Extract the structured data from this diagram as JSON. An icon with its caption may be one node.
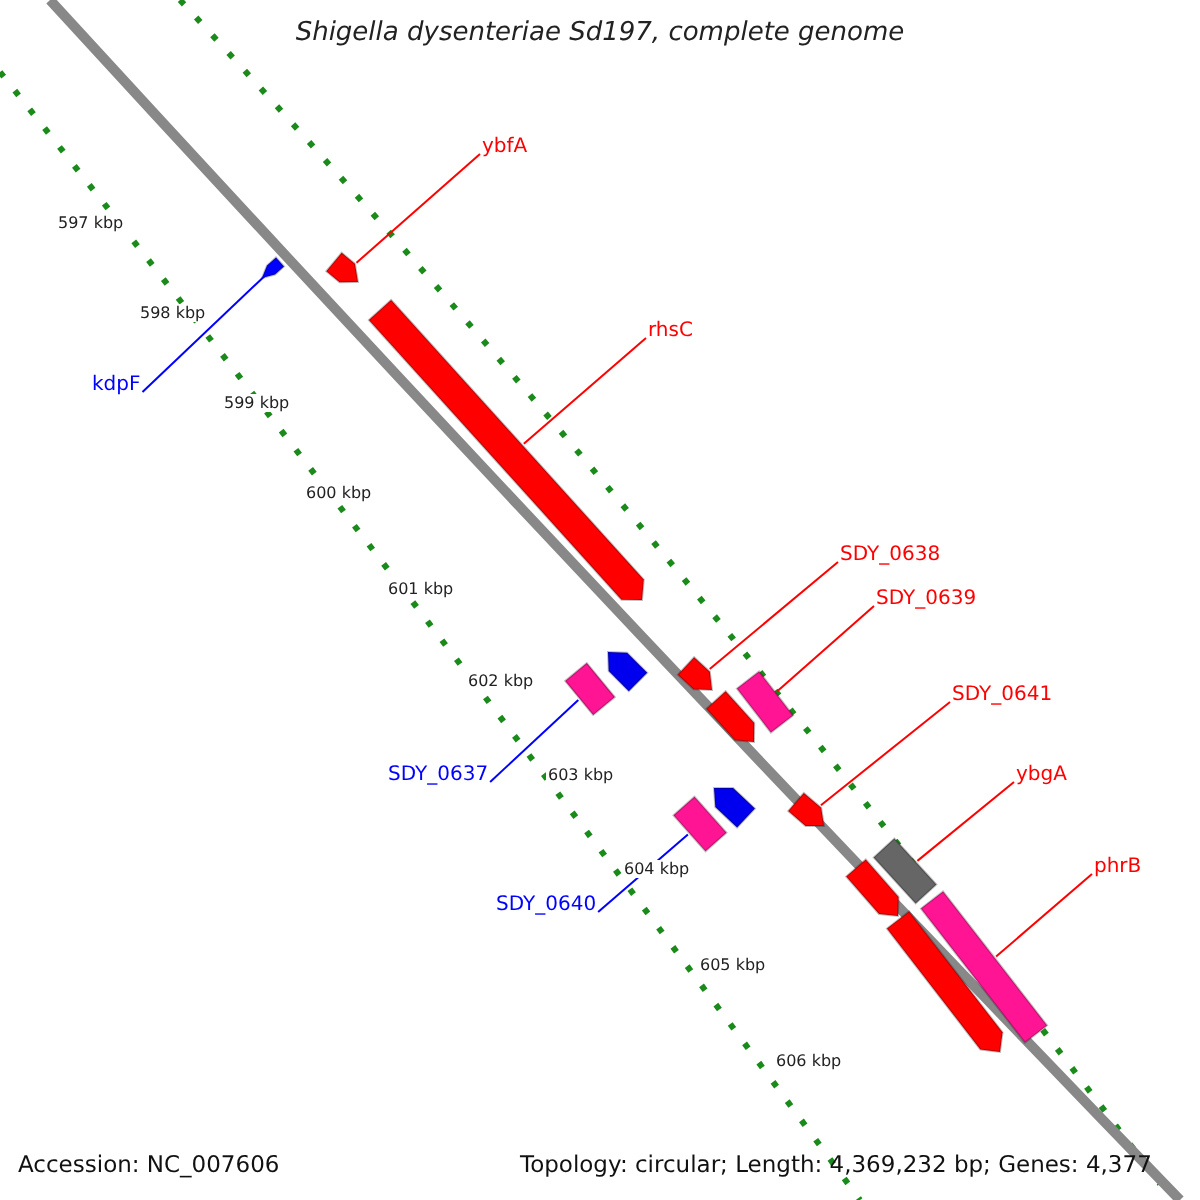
{
  "diagram": {
    "title": "Shigella dysenteriae Sd197, complete genome",
    "nodes": [
      {
        "text": [
          "ybfA"
        ]
      },
      {
        "text": [
          "rhsC"
        ]
      },
      {
        "text": [
          "SDY_0638"
        ]
      },
      {
        "text": [
          "SDY_0639"
        ]
      },
      {
        "text": [
          "SDY_0641"
        ]
      },
      {
        "text": [
          "ybgA"
        ]
      },
      {
        "text": [
          "phrB"
        ]
      },
      {
        "text": [
          "kdpF"
        ]
      },
      {
        "text": [
          "SDY_0637"
        ]
      },
      {
        "text": [
          "SDY_0640"
        ]
      },
      {
        "text": [],
        "shape": "bar"
      },
      {
        "text": [],
        "shape": "bar"
      },
      {
        "text": [],
        "shape": "bar"
      },
      {
        "text": [],
        "shape": "bar"
      },
      {
        "text": [],
        "shape": "bar"
      },
      {
        "text": [],
        "shape": "bar"
      },
      {
        "text": [],
        "shape": "bar"
      },
      {
        "text": [],
        "shape": "bar"
      },
      {
        "text": [],
        "shape": "bar"
      },
      {
        "text": [],
        "shape": "bar"
      },
      {
        "text": [],
        "shape": "bar"
      },
      {
        "text": [],
        "shape": "bar"
      },
      {
        "text": [],
        "shape": "bar"
      },
      {
        "text": [],
        "shape": "bar"
      },
      {
        "text": [],
        "shape": "bar"
      }
    ],
    "edges": [
      {
        "from": 0,
        "to": 11,
        "arrow": "none"
      },
      {
        "from": 1,
        "to": 12,
        "arrow": "none"
      },
      {
        "from": 2,
        "to": 15,
        "arrow": "none"
      },
      {
        "from": 3,
        "to": 16,
        "arrow": "none"
      },
      {
        "from": 4,
        "to": 19,
        "arrow": "none"
      },
      {
        "from": 5,
        "to": 21,
        "arrow": "none"
      },
      {
        "from": 6,
        "to": 23,
        "arrow": "none"
      },
      {
        "from": 7,
        "to": 10,
        "arrow": "none",
        "color": "#0000ff"
      },
      {
        "from": 8,
        "to": 14,
        "arrow": "none",
        "color": "#0000ff"
      },
      {
        "from": 9,
        "to": 20,
        "arrow": "none",
        "color": "#0000ff"
      }
    ],
    "labels": [
      "597 kbp",
      "598 kbp",
      "599 kbp",
      "600 kbp",
      "601 kbp",
      "602 kbp",
      "603 kbp",
      "604 kbp",
      "605 kbp",
      "606 kbp",
      "Accession: NC_007606",
      "Topology: circular; Length: 4,369,232 bp; Genes: 4,377"
    ]
  }
}
